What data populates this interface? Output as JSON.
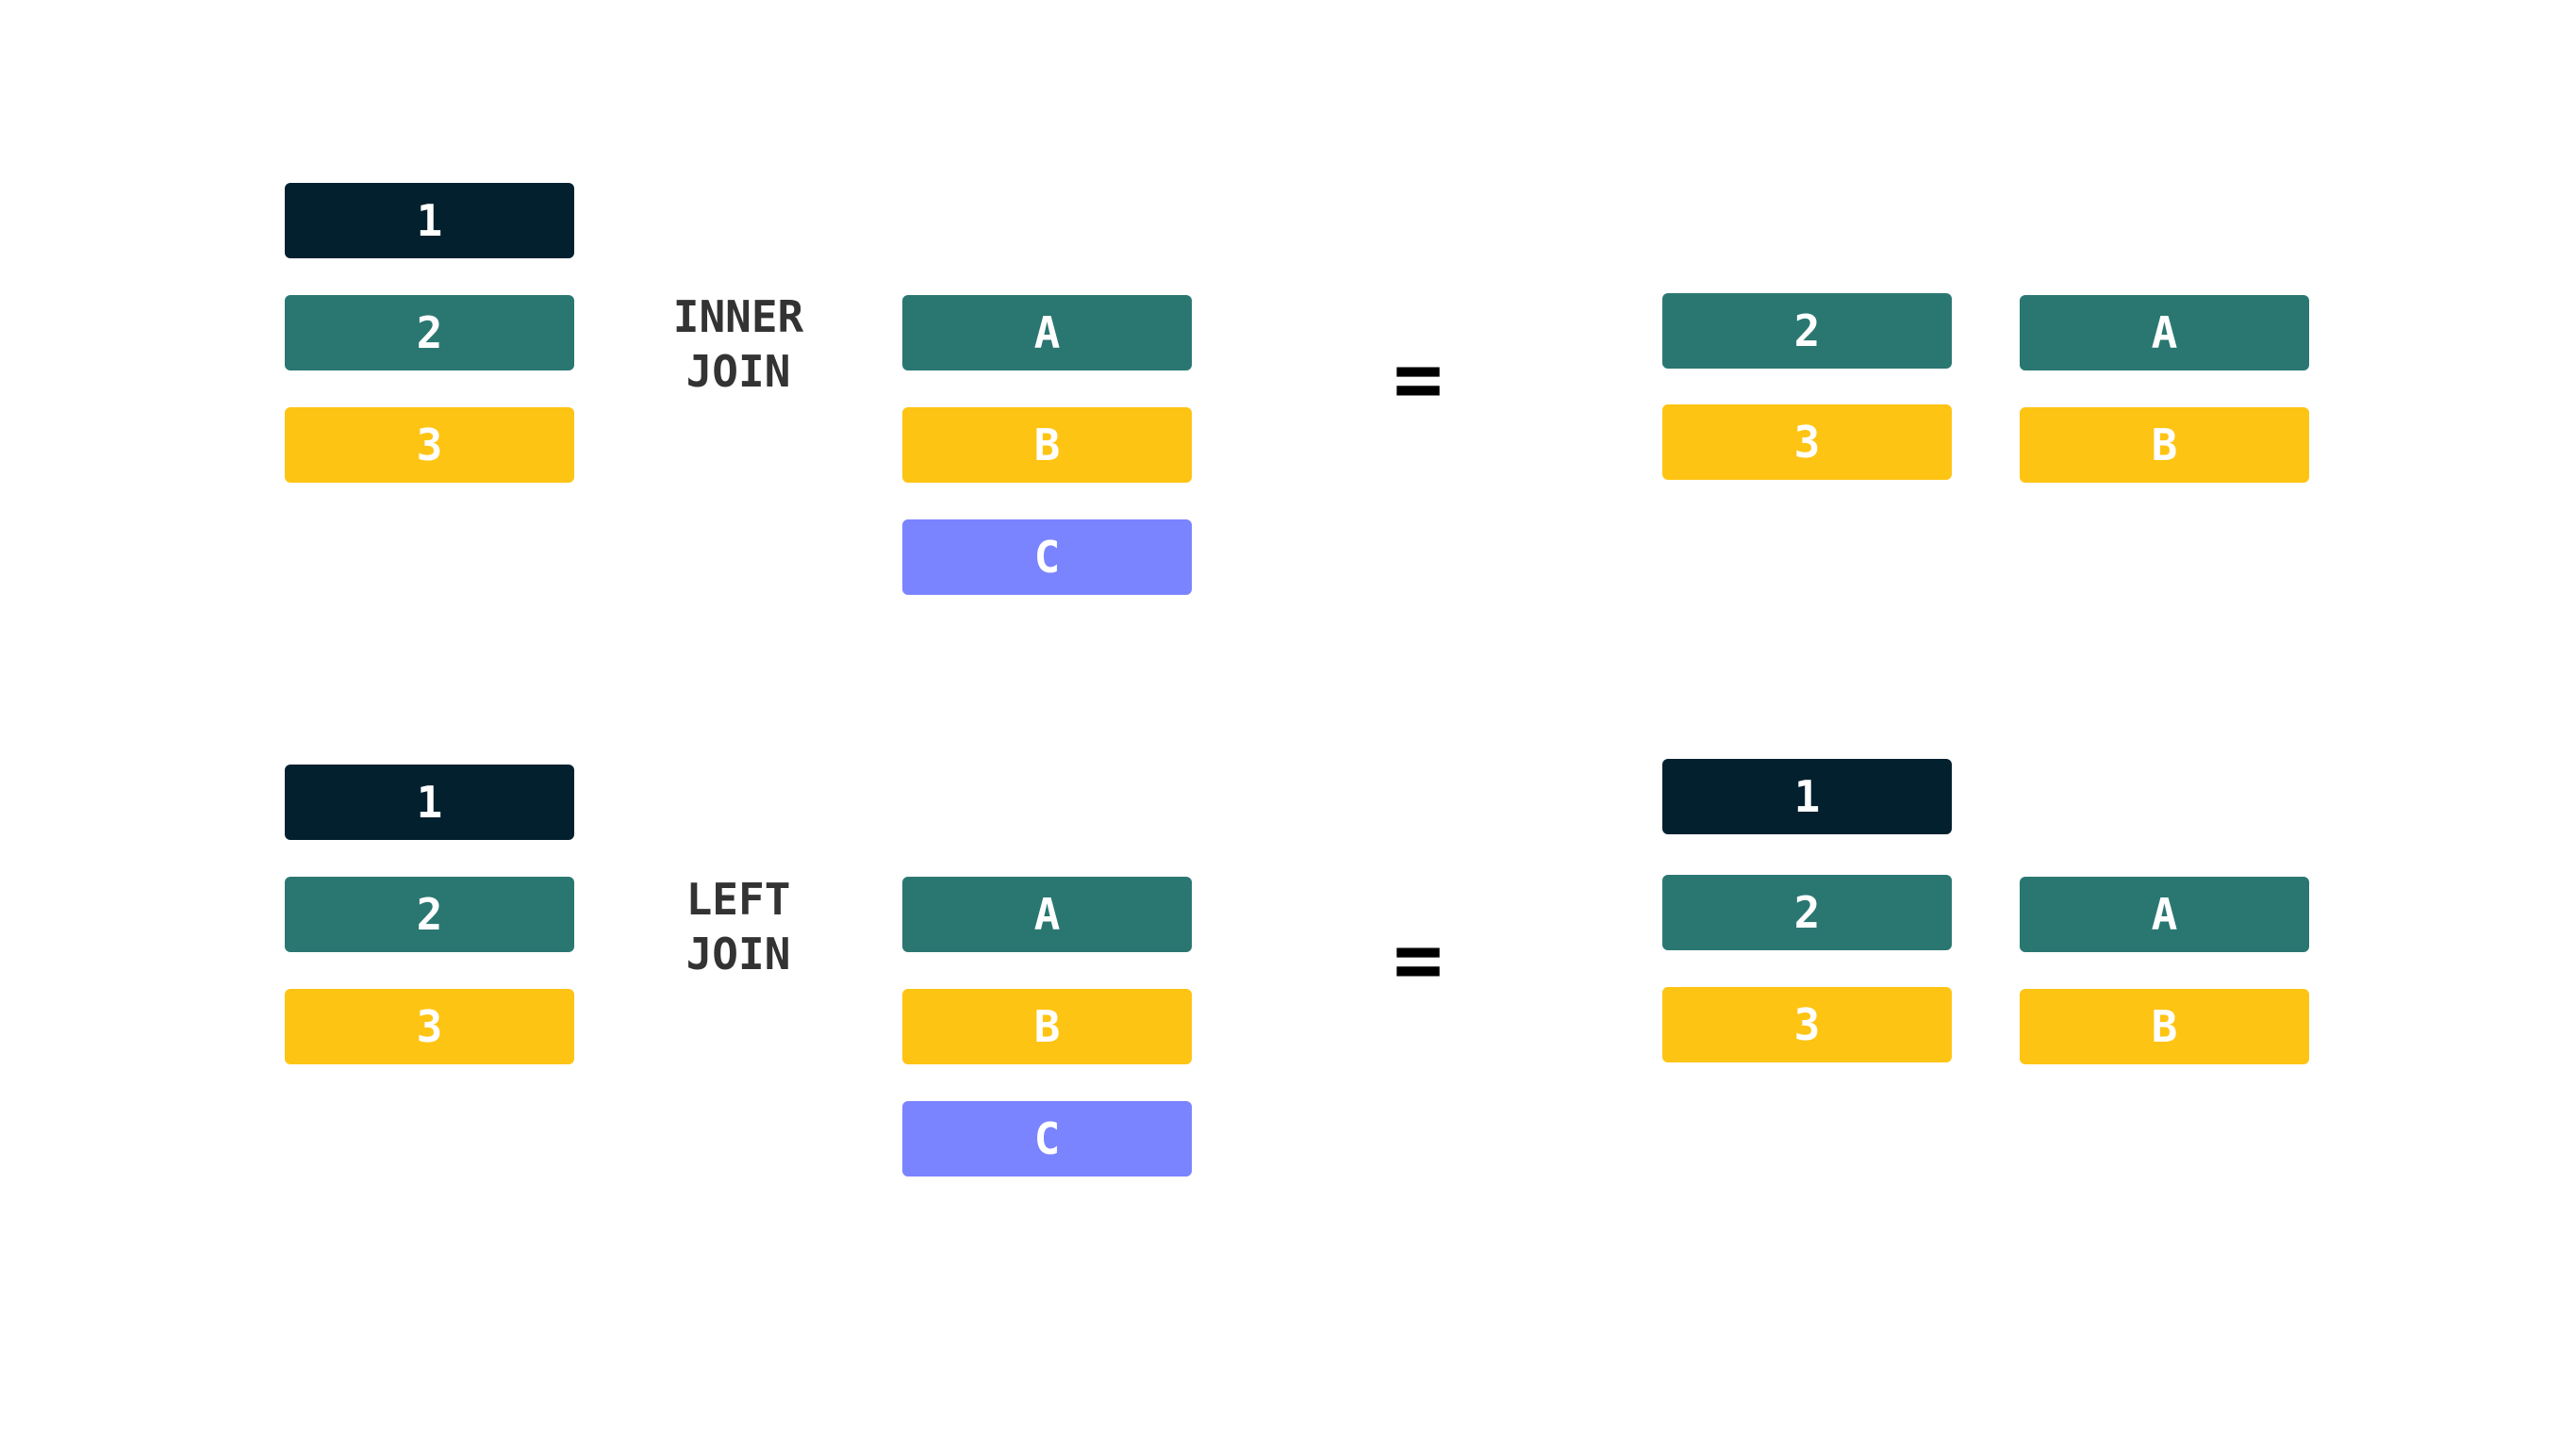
{
  "colors": {
    "navy": "#03202f",
    "teal": "#2a7772",
    "yellow": "#fec413",
    "periwinkle": "#7b84ff",
    "label_text": "#333333",
    "tile_text": "#ffffff"
  },
  "inner": {
    "left_table": [
      "1",
      "2",
      "3"
    ],
    "label_line1": "INNER",
    "label_line2": "JOIN",
    "right_table": [
      "A",
      "B",
      "C"
    ],
    "equals": "=",
    "result_left": [
      "2",
      "3"
    ],
    "result_right": [
      "A",
      "B"
    ]
  },
  "left": {
    "left_table": [
      "1",
      "2",
      "3"
    ],
    "label_line1": "LEFT",
    "label_line2": "JOIN",
    "right_table": [
      "A",
      "B",
      "C"
    ],
    "equals": "=",
    "result_left": [
      "1",
      "2",
      "3"
    ],
    "result_right": [
      "A",
      "B"
    ]
  }
}
